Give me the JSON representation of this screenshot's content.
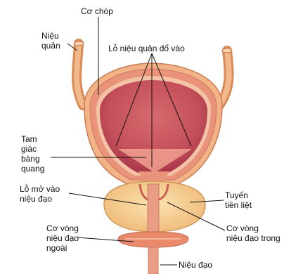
{
  "figure": {
    "labels": {
      "detrusor_muscle": "Cơ chóp",
      "ureter": "Niệu\nquản",
      "ureteral_orifices": "Lỗ niệu quản đổ vào",
      "trigone": "Tam\ngiác\nbàng\nquang",
      "urethral_opening": "Lỗ mở vào\nniệu đạo",
      "prostate": "Tuyến\ntiền liệt",
      "internal_sphincter": "Cơ vòng\nniệu đạo trong",
      "external_sphincter": "Cơ vòng\nniệu đạo\nngoài",
      "urethra": "Niệu đạo"
    },
    "colors": {
      "outer_wall": "#f2b487",
      "wall_inner": "#e8937a",
      "lumen": "#c4505a",
      "lumen_dark": "#a8374a",
      "prostate": "#f5cf8e",
      "ureter": "#eaa06c",
      "sphincter": "#e88a6b"
    }
  }
}
